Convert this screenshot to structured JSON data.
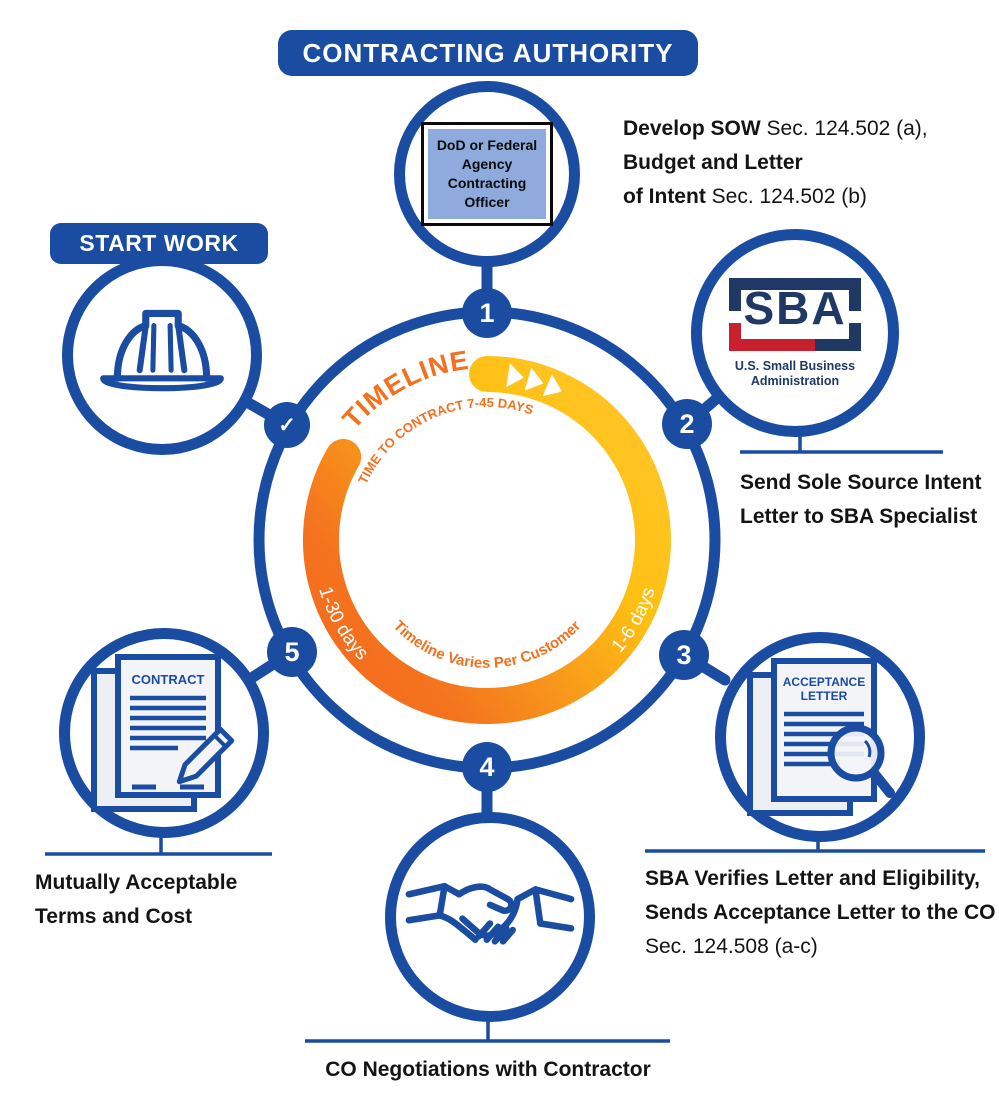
{
  "colors": {
    "primary_blue": "#1A4CA1",
    "sba_navy": "#203864",
    "sba_red": "#C8202F",
    "orange": "#F4701D",
    "yellow": "#FFC62B",
    "dod_box_fill": "#8FAADC",
    "page_fill": "#EDEFF5"
  },
  "banners": {
    "contracting_authority": "CONTRACTING AUTHORITY",
    "start_work": "START WORK"
  },
  "dod_box": {
    "line1": "DoD or Federal",
    "line2": "Agency",
    "line3": "Contracting",
    "line4": "Officer"
  },
  "sba_logo": {
    "acronym": "SBA",
    "caption_line1": "U.S. Small Business",
    "caption_line2": "Administration"
  },
  "icons": {
    "acceptance_title_line1": "ACCEPTANCE",
    "acceptance_title_line2": "LETTER",
    "contract_title": "CONTRACT",
    "check_symbol": "✓"
  },
  "steps": {
    "step1": {
      "number": "1",
      "bold_a": "Develop SOW",
      "rest_a": " Sec. 124.502 (a),",
      "bold_b": "Budget and Letter",
      "bold_c": "of Intent",
      "rest_c": " Sec. 124.502 (b)"
    },
    "step2": {
      "number": "2",
      "line1": "Send Sole Source Intent",
      "line2": "Letter to SBA Specialist"
    },
    "step3": {
      "number": "3",
      "line1": "SBA Verifies Letter and Eligibility,",
      "line2": "Sends Acceptance Letter to the CO",
      "line3": "Sec. 124.508 (a-c)"
    },
    "step4": {
      "number": "4",
      "line1": "CO Negotiations with Contractor"
    },
    "step5": {
      "number": "5",
      "line1": "Mutually Acceptable",
      "line2": "Terms and Cost"
    }
  },
  "timeline": {
    "title": "TIMELINE",
    "subtitle": "TIME TO CONTRACT 7-45 DAYS",
    "label_right": "1-6 days",
    "label_left": "1-30 days",
    "label_bottom": "Timeline Varies Per Customer"
  }
}
